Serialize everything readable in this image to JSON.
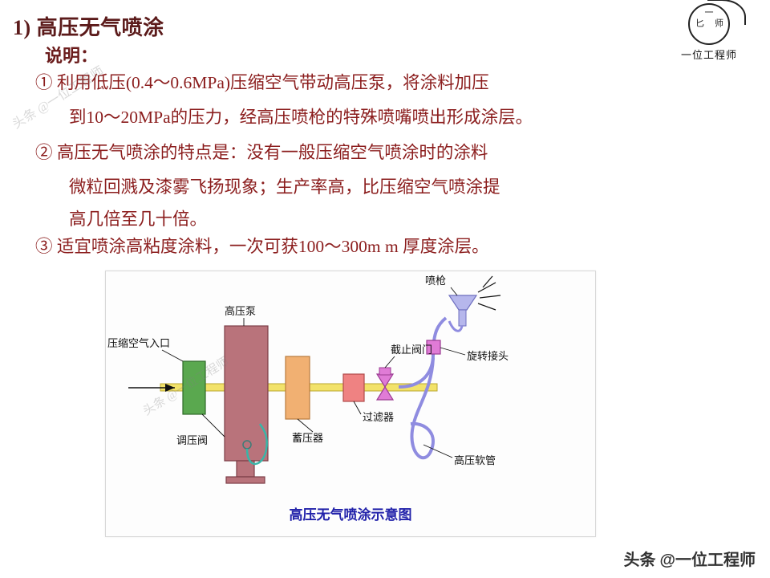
{
  "slide": {
    "heading_number": "1)",
    "heading_title": "高压无气喷涂",
    "subtitle": "说明：",
    "paragraphs": [
      "① 利用低压(0.4～0.6MPa)压缩空气带动高压泵，将涂料加压",
      "到10～20MPa的压力，经高压喷枪的特殊喷嘴喷出形成涂层。",
      "② 高压无气喷涂的特点是：没有一般压缩空气喷涂时的涂料",
      "微粒回溅及漆雾飞扬现象；生产率高，比压缩空气喷涂提",
      "高几倍至几十倍。",
      "③ 适宜喷涂高粘度涂料，一次可获100～300m m 厚度涂层。"
    ]
  },
  "logo": {
    "circle_chars": [
      "一",
      "匕",
      "师"
    ],
    "text": "一位工程师"
  },
  "figure": {
    "caption": "高压无气喷涂示意图",
    "labels": {
      "pump": "高压泵",
      "air_inlet": "压缩空气入口",
      "spray_gun": "喷枪",
      "stop_valve": "截止阀门",
      "swivel_joint": "旋转接头",
      "pressure_valve": "调压阀",
      "filter": "过滤器",
      "accumulator": "蓄压器",
      "hose": "高压软管"
    }
  },
  "watermarks": {
    "left": "头条 @一位工程师",
    "center": "头条 @一位工程师"
  },
  "footer": {
    "prefix": "头条",
    "handle": "@一位工程师"
  },
  "colors": {
    "heading": "#5b1a1a",
    "body": "#8b1d1d",
    "caption": "#2222aa"
  }
}
